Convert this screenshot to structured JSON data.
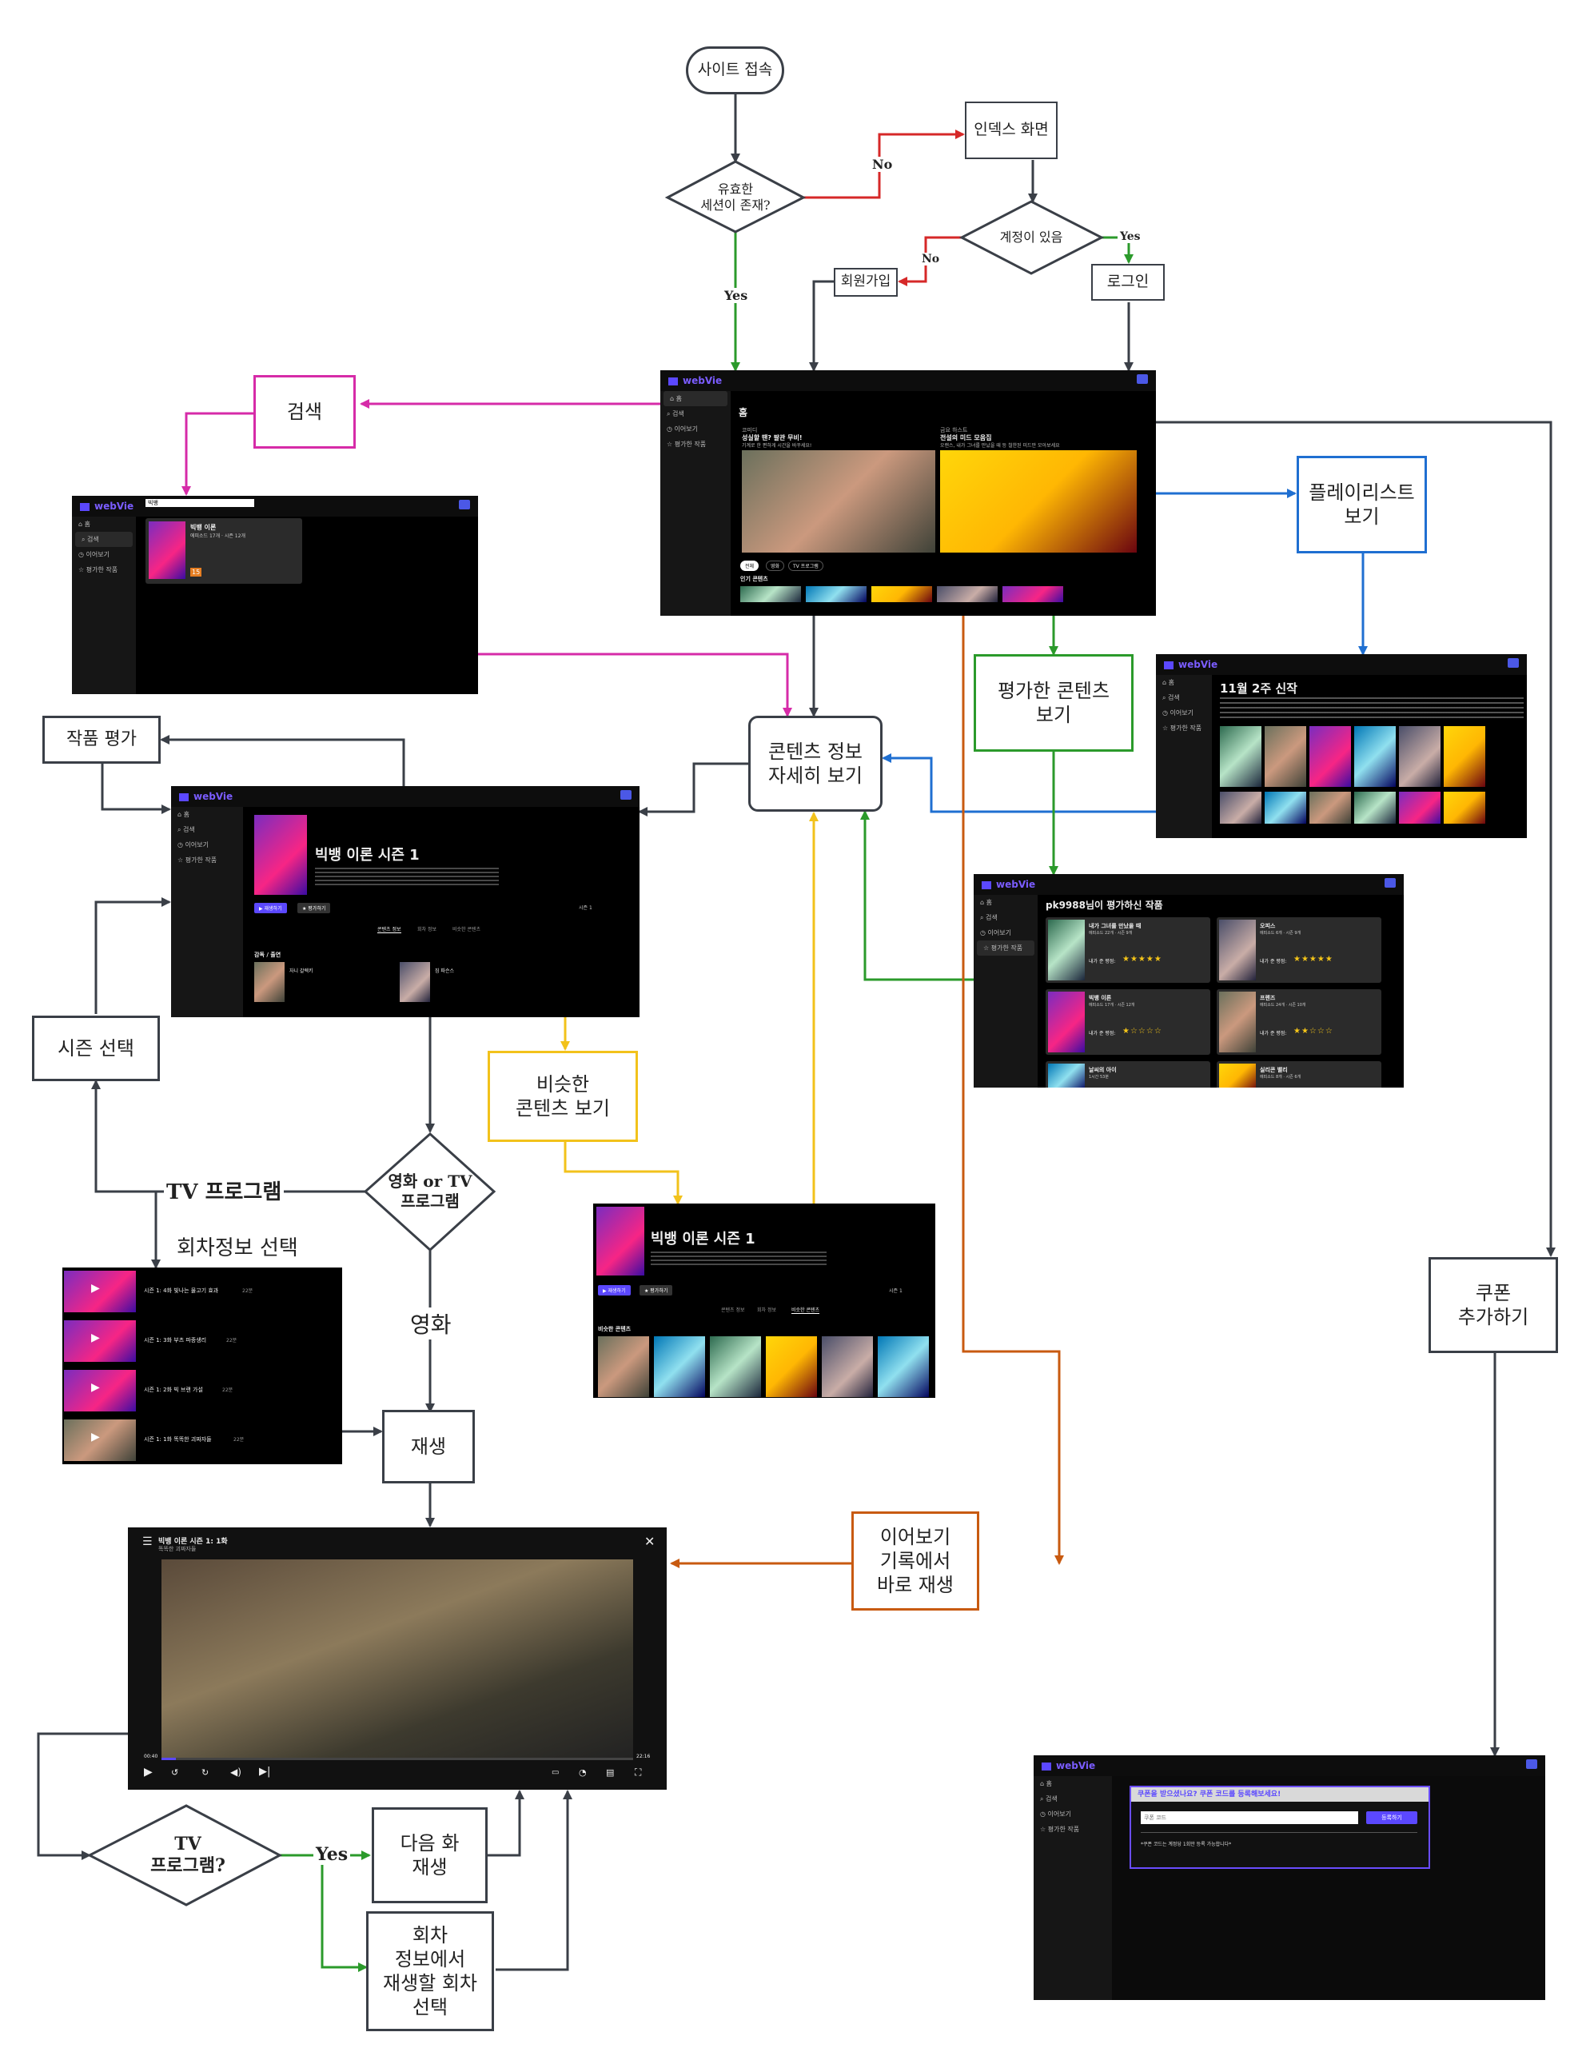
{
  "nodes": {
    "site_access": "사이트 접속",
    "session_check": "유효한\n세션이 존재?",
    "index_screen": "인덱스 화면",
    "has_account": "계정이 있음",
    "signup": "회원가입",
    "login": "로그인",
    "search": "검색",
    "view_playlist": "플레이리스트\n보기",
    "rate_content": "작품 평가",
    "content_detail": "콘텐츠 정보\n자세히 보기",
    "rated_content": "평가한 콘텐츠\n보기",
    "season_select": "시즌 선택",
    "similar_content": "비슷한\n콘텐츠 보기",
    "movie_or_tv": "영화 or TV\n프로그램",
    "episode_info_select": "회차정보 선택",
    "play": "재생",
    "continue_watching": "이어보기\n기록에서\n바로 재생",
    "add_coupon": "쿠폰\n추가하기",
    "tv_program": "TV\n프로그램?",
    "next_episode": "다음 화\n재생",
    "choose_episode": "회차\n정보에서\n재생할 회차\n선택"
  },
  "edge_labels": {
    "no1": "No",
    "yes1": "Yes",
    "no2": "No",
    "yes2": "Yes",
    "tv_program": "TV 프로그램",
    "movie": "영화",
    "yes3": "Yes"
  },
  "colors": {
    "gray": "#3a3f47",
    "red": "#d62828",
    "green": "#2b9a2b",
    "magenta": "#d62ba8",
    "blue": "#1f6fd1",
    "yellow": "#f2c21b",
    "orange": "#c85a10"
  },
  "app": {
    "logo": "webVie",
    "nav_home": "홈",
    "nav_search": "검색",
    "nav_continue": "이어보기",
    "nav_rated": "평가한 작품",
    "home_title": "홈",
    "home_banner1_tag": "코미디",
    "home_banner1_title": "성실할 땐? 팔관 무비!",
    "home_banner1_sub": "기계로 한 편하게 시간을 바꾸세요!",
    "home_banner2_tag": "금요 하스트",
    "home_banner2_title": "전설의 미드 모음집",
    "home_banner2_sub": "오랜스, 내가 그녀를 만났을 때 등 철한된 미드만 모아보세요",
    "home_tabs": [
      "전체",
      "영화",
      "TV 프로그램"
    ],
    "home_popular": "인기 콘텐츠",
    "search_query": "빅뱅",
    "search_result_title": "빅뱅 이론",
    "search_result_sub": "에피소드 17개 · 시즌 12개",
    "age_rating": "15",
    "playlist_title": "11월 2주 신작",
    "rated_title": "pk9988님이 평가하신 작품",
    "rated_items": [
      {
        "title": "내가 그녀를 만났을 때",
        "sub": "에피소드 22개 · 시즌 9개",
        "label": "내가 준 평점:",
        "stars": "★★★★★"
      },
      {
        "title": "오피스",
        "sub": "에피소드 6개 · 시즌 9개",
        "label": "내가 준 평점:",
        "stars": "★★★★★"
      },
      {
        "title": "빅뱅 이론",
        "sub": "에피소드 17개 · 시즌 12개",
        "label": "내가 준 평점:",
        "stars": "★☆☆☆☆"
      },
      {
        "title": "프렌즈",
        "sub": "에피소드 24개 · 시즌 10개",
        "label": "내가 준 평점:",
        "stars": "★★☆☆☆"
      },
      {
        "title": "날씨의 아이",
        "sub": "1시간 53분",
        "label": "",
        "stars": ""
      },
      {
        "title": "실리콘 밸리",
        "sub": "에피소드 8개 · 시즌 6개",
        "label": "",
        "stars": ""
      }
    ],
    "detail_title": "빅뱅 이론 시즌 1",
    "detail_play": "▶ 재생하기",
    "detail_rate": "★ 평가하기",
    "detail_season": "시즌 1",
    "detail_tabs": [
      "콘텐츠 정보",
      "회차 정보",
      "비슷한 콘텐츠"
    ],
    "detail_cast_title": "감독 / 출연",
    "cast1": "자니 갈렉키",
    "cast2": "짐 파슨스",
    "similar_section": "비슷한 콘텐츠",
    "episodes": [
      {
        "title": "시즌 1: 4화 빛나는 물고기 효과",
        "dur": "22분"
      },
      {
        "title": "시즌 1: 3화 부츠 파종생리",
        "dur": "22분"
      },
      {
        "title": "시즌 1: 2화 빅 브랜 가설",
        "dur": "22분"
      },
      {
        "title": "시즌 1: 1화 똑똑한 괴짜자들",
        "dur": "22분"
      }
    ],
    "player_title": "빅뱅 이론 시즌 1: 1화",
    "player_sub": "똑똑한 괴짜자들",
    "player_time": "00:40",
    "player_total": "22:16",
    "coupon_title": "쿠폰을 받으셨나요? 쿠폰 코드를 등록해보세요!",
    "coupon_placeholder": "쿠폰 코드",
    "coupon_button": "등록하기",
    "coupon_note": "*쿠폰 코드는 계정당 1회만 등록 가능합니다*"
  }
}
